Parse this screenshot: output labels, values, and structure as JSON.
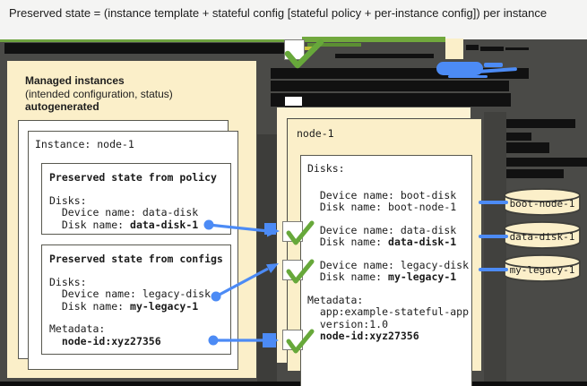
{
  "title": "Preserved state = (instance template + stateful config [stateful policy + per-instance config]) per instance",
  "colors": {
    "background_dark": "#4A4A47",
    "panel_cream": "#FBEFC9",
    "accent_green": "#71A83D",
    "accent_blue": "#4C8BF5",
    "redaction_black": "#111111",
    "box_white": "#FFFFFF"
  },
  "left_panel": {
    "heading": {
      "line1": "Managed instances",
      "line2": "(intended configuration, status)",
      "line3": "autogenerated"
    },
    "instance_box": {
      "title": "Instance: node-1",
      "policy_box": {
        "heading": "Preserved state from policy",
        "lines": [
          {
            "t": "Disks:"
          },
          {
            "t": "  Device name: data-disk"
          },
          {
            "t": "  Disk name: ",
            "b": "data-disk-1"
          }
        ]
      },
      "configs_box": {
        "heading": "Preserved state from configs",
        "lines": [
          {
            "t": "Disks:"
          },
          {
            "t": "  Device name: legacy-disk"
          },
          {
            "t": "  Disk name: ",
            "b": "my-legacy-1"
          }
        ],
        "metadata_label": "Metadata:",
        "metadata_line": {
          "t": "  ",
          "b": "node-id:xyz27356"
        }
      }
    }
  },
  "right_panel": {
    "title": "node-1",
    "disks_box": {
      "disks_label": "Disks:",
      "groups": [
        {
          "l1": "  Device name: boot-disk",
          "l2t": "  Disk name: boot-node-1",
          "l2b": "",
          "checked": false
        },
        {
          "l1": "  Device name: data-disk",
          "l2t": "  Disk name: ",
          "l2b": "data-disk-1",
          "checked": true
        },
        {
          "l1": "  Device name: legacy-disk",
          "l2t": "  Disk name: ",
          "l2b": "my-legacy-1",
          "checked": true
        }
      ],
      "metadata": {
        "label": "Metadata:",
        "line1": "  app:example-stateful-app",
        "line2": "  version:1.0",
        "bold_line": {
          "t": "  ",
          "b": "node-id:xyz27356"
        },
        "checked": true
      }
    }
  },
  "disk_cylinders": [
    {
      "label": "boot-node-1"
    },
    {
      "label": "data-disk-1"
    },
    {
      "label": "my-legacy-1"
    }
  ]
}
